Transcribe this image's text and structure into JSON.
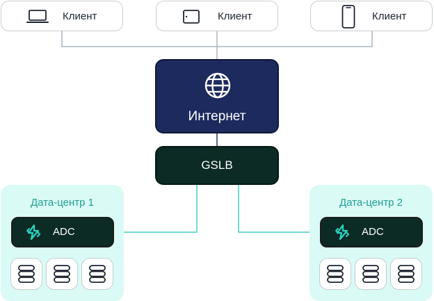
{
  "clients": [
    {
      "label": "Клиент",
      "icon": "laptop-icon"
    },
    {
      "label": "Клиент",
      "icon": "tablet-icon"
    },
    {
      "label": "Клиент",
      "icon": "phone-icon"
    }
  ],
  "internet": {
    "label": "Интернет",
    "icon": "globe-icon"
  },
  "gslb": {
    "label": "GSLB"
  },
  "datacenters": [
    {
      "title": "Дата-центр 1",
      "adc_label": "ADC",
      "servers": 3
    },
    {
      "title": "Дата-центр 2",
      "adc_label": "ADC",
      "servers": 3
    }
  ],
  "colors": {
    "internet_bg": "#1c2a5e",
    "node_dark": "#0b2b24",
    "datacenter_bg": "#dafaf6",
    "link_gray": "#aab4bf",
    "link_teal": "#3fd0bf",
    "accent_teal": "#2cd5c4"
  }
}
